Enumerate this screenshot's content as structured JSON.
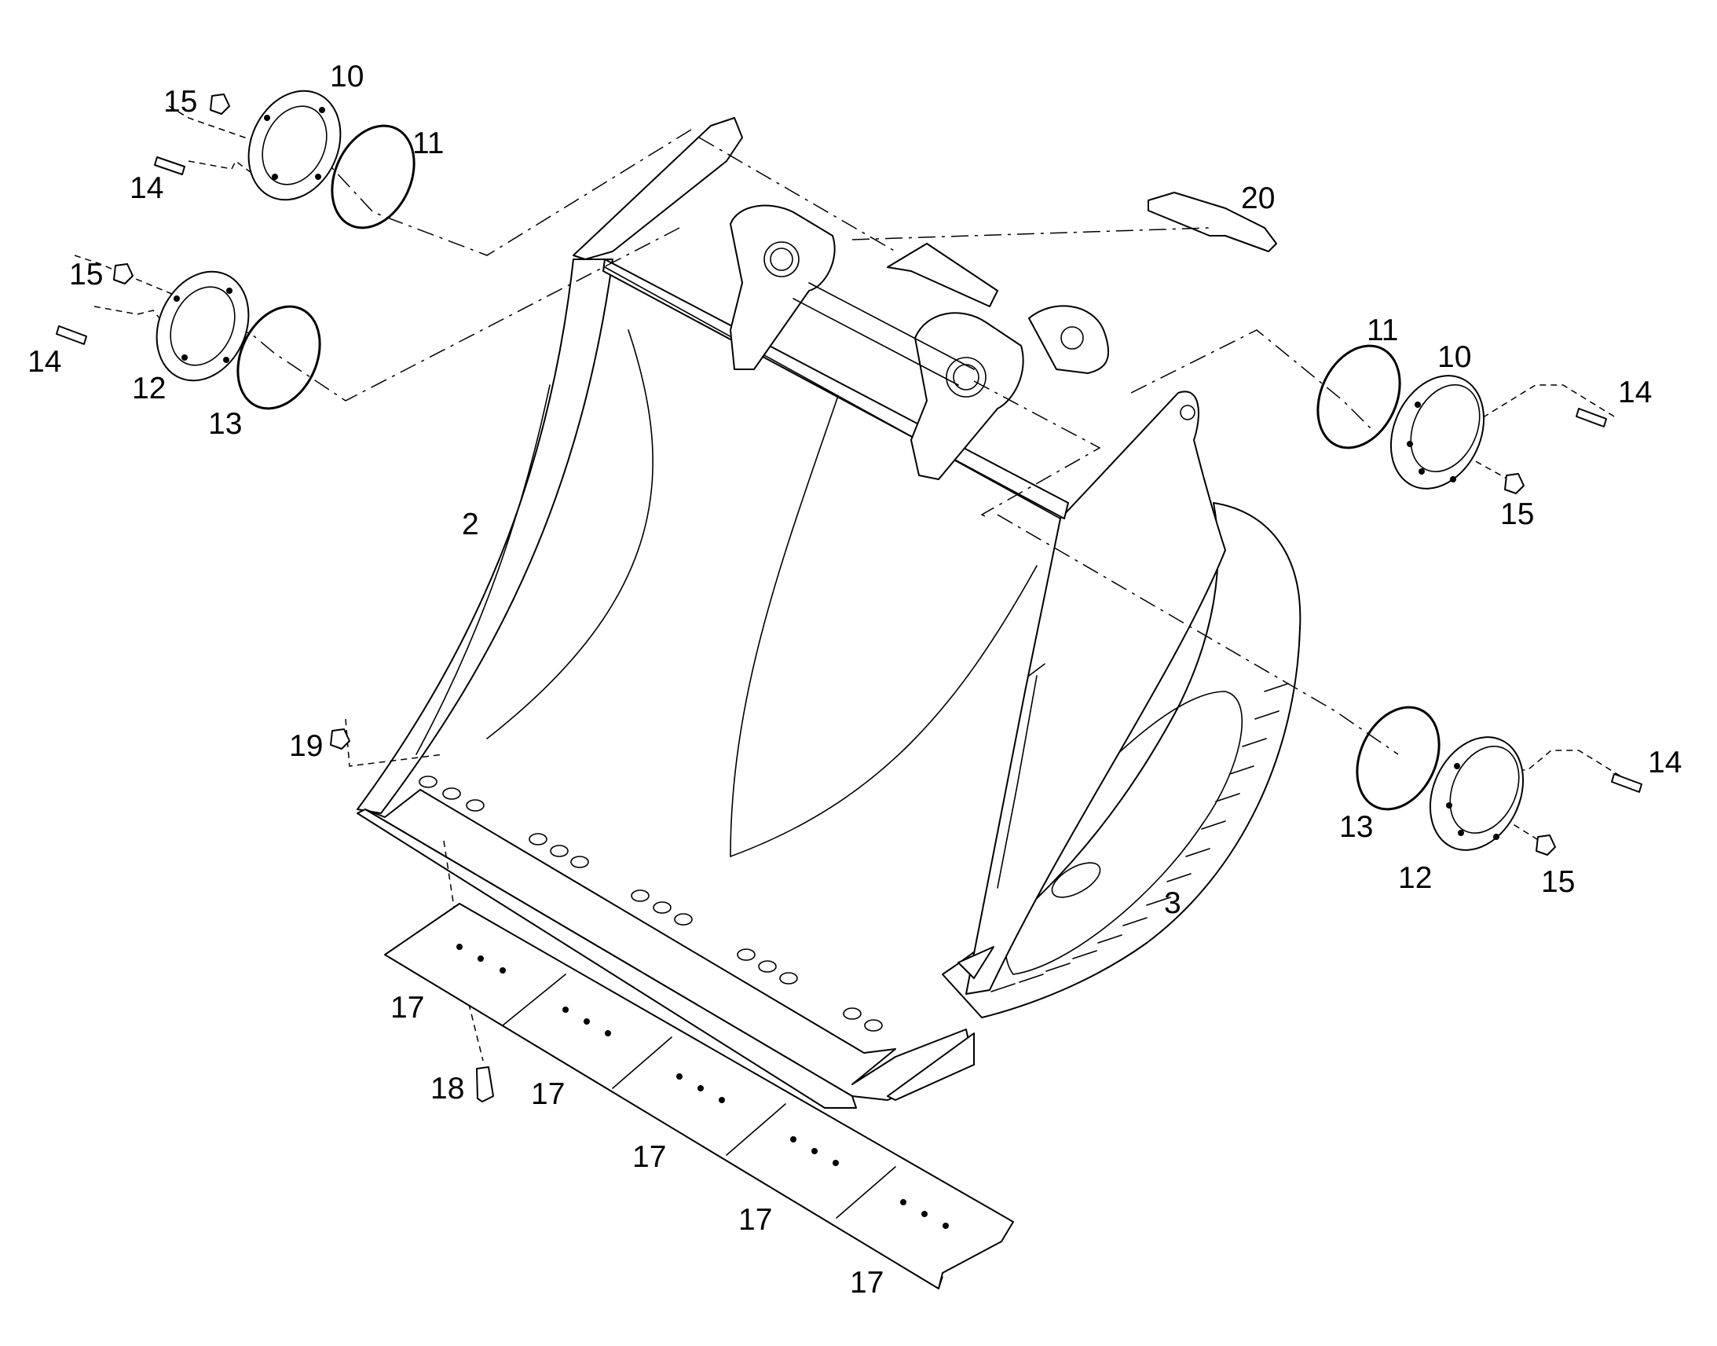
{
  "diagram": {
    "callouts": {
      "c10_tl": "10",
      "c11_tl": "11",
      "c15_tl": "15",
      "c14_tl": "14",
      "c15_ml": "15",
      "c14_ml": "14",
      "c12_ml": "12",
      "c13_ml": "13",
      "c20": "20",
      "c11_tr": "11",
      "c10_tr": "10",
      "c14_tr": "14",
      "c15_tr": "15",
      "c2": "2",
      "c3": "3",
      "c19": "19",
      "c13_br": "13",
      "c12_br": "12",
      "c14_br": "14",
      "c15_br": "15",
      "c17_a": "17",
      "c17_b": "17",
      "c17_c": "17",
      "c17_d": "17",
      "c17_e": "17",
      "c18": "18"
    }
  }
}
